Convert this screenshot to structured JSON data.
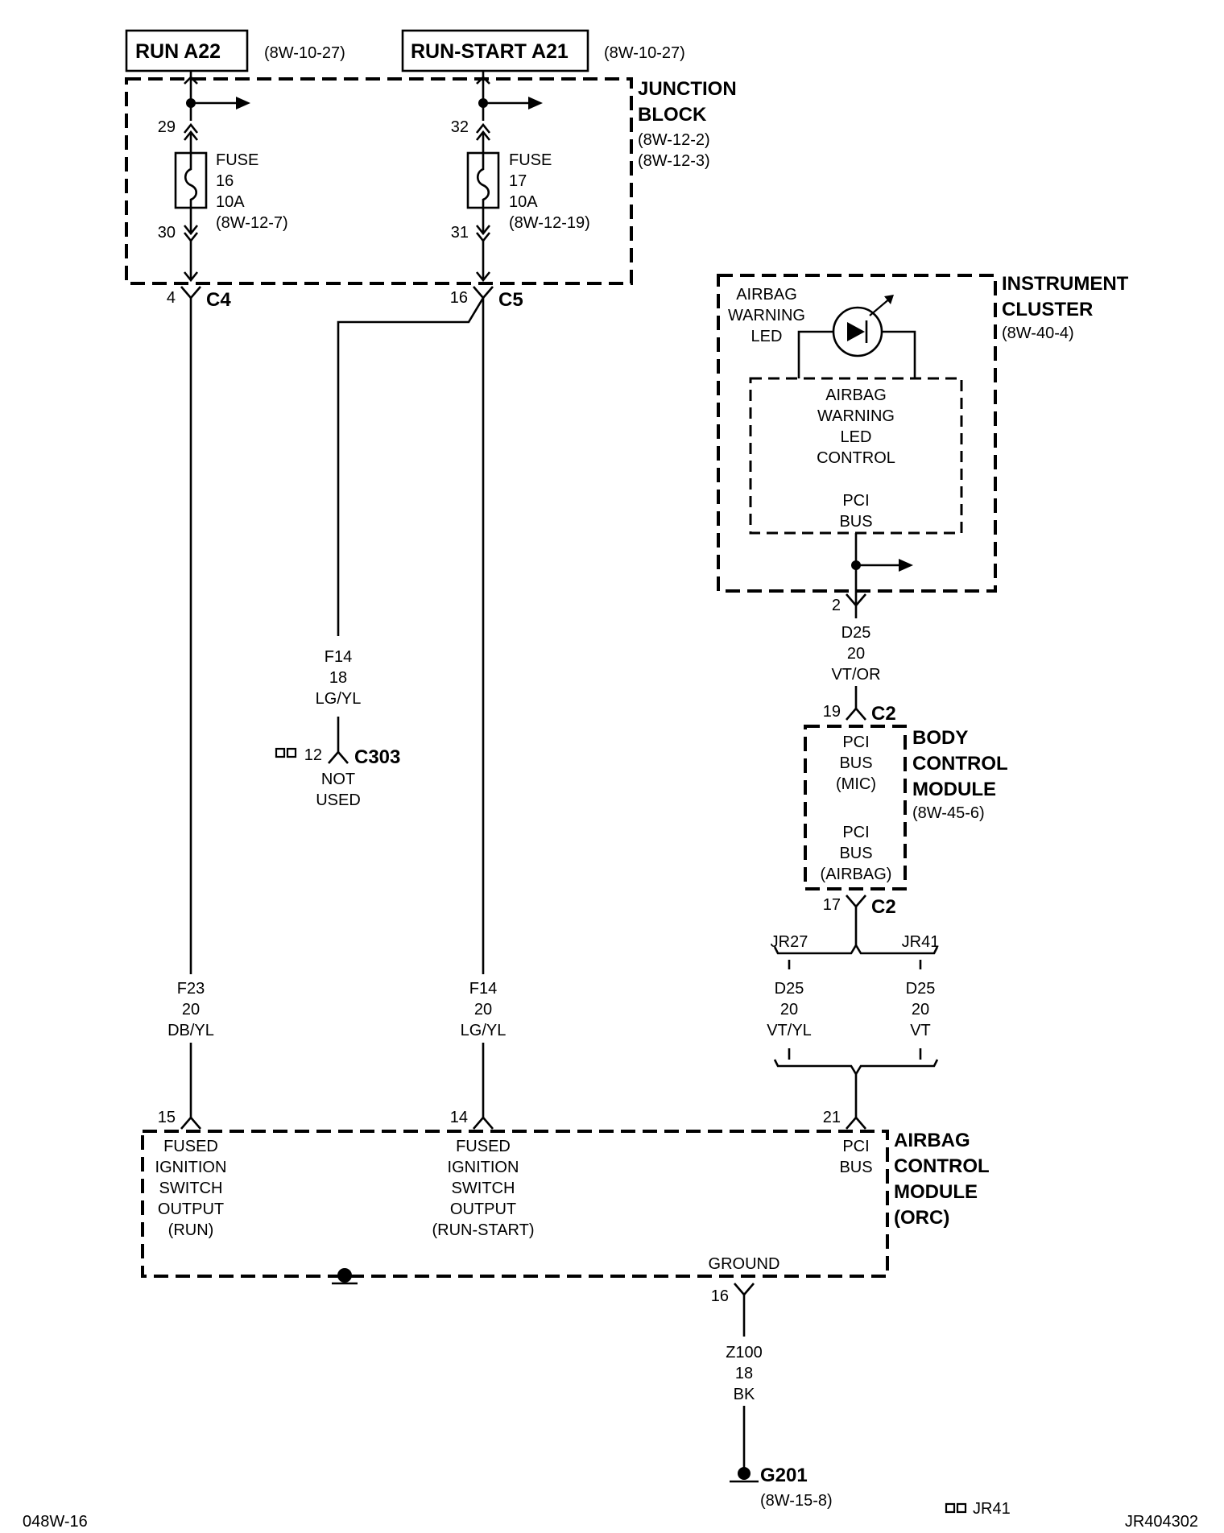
{
  "sources": {
    "run": {
      "label": "RUN A22",
      "ref": "(8W-10-27)"
    },
    "run_start": {
      "label": "RUN-START A21",
      "ref": "(8W-10-27)"
    }
  },
  "junction_block": {
    "name_1": "JUNCTION",
    "name_2": "BLOCK",
    "ref_1": "(8W-12-2)",
    "ref_2": "(8W-12-3)",
    "fuse16": {
      "pin_in": "29",
      "pin_out": "30",
      "l1": "FUSE",
      "l2": "16",
      "l3": "10A",
      "ref": "(8W-12-7)"
    },
    "fuse17": {
      "pin_in": "32",
      "pin_out": "31",
      "l1": "FUSE",
      "l2": "17",
      "l3": "10A",
      "ref": "(8W-12-19)"
    }
  },
  "connectors": {
    "c4": {
      "pin": "4",
      "name": "C4"
    },
    "c5": {
      "pin": "16",
      "name": "C5"
    },
    "c303": {
      "pin": "12",
      "name": "C303",
      "note_1": "NOT",
      "note_2": "USED"
    },
    "ic_pin": "2",
    "bcm_in": {
      "pin": "19",
      "name": "C2"
    },
    "bcm_out": {
      "pin": "17",
      "name": "C2"
    },
    "acm_run": "15",
    "acm_runstart": "14",
    "acm_pci": "21",
    "acm_ground": "16"
  },
  "wires": {
    "f14_upper": {
      "code": "F14",
      "gauge": "18",
      "color": "LG/YL"
    },
    "f23": {
      "code": "F23",
      "gauge": "20",
      "color": "DB/YL"
    },
    "f14_lower": {
      "code": "F14",
      "gauge": "20",
      "color": "LG/YL"
    },
    "d25_ic": {
      "code": "D25",
      "gauge": "20",
      "color": "VT/OR"
    },
    "d25_jr27": {
      "code": "D25",
      "gauge": "20",
      "color": "VT/YL"
    },
    "d25_jr41": {
      "code": "D25",
      "gauge": "20",
      "color": "VT"
    },
    "z100": {
      "code": "Z100",
      "gauge": "18",
      "color": "BK"
    }
  },
  "splice_labels": {
    "jr27": "JR27",
    "jr41": "JR41"
  },
  "instrument_cluster": {
    "name_1": "INSTRUMENT",
    "name_2": "CLUSTER",
    "ref": "(8W-40-4)",
    "led_1": "AIRBAG",
    "led_2": "WARNING",
    "led_3": "LED",
    "ctrl_1": "AIRBAG",
    "ctrl_2": "WARNING",
    "ctrl_3": "LED",
    "ctrl_4": "CONTROL",
    "pci_1": "PCI",
    "pci_2": "BUS"
  },
  "bcm": {
    "name_1": "BODY",
    "name_2": "CONTROL",
    "name_3": "MODULE",
    "ref": "(8W-45-6)",
    "mic_1": "PCI",
    "mic_2": "BUS",
    "mic_3": "(MIC)",
    "abg_1": "PCI",
    "abg_2": "BUS",
    "abg_3": "(AIRBAG)"
  },
  "acm": {
    "name_1": "AIRBAG",
    "name_2": "CONTROL",
    "name_3": "MODULE",
    "name_4": "(ORC)",
    "run": [
      "FUSED",
      "IGNITION",
      "SWITCH",
      "OUTPUT",
      "(RUN)"
    ],
    "runstart": [
      "FUSED",
      "IGNITION",
      "SWITCH",
      "OUTPUT",
      "(RUN-START)"
    ],
    "pci_1": "PCI",
    "pci_2": "BUS",
    "ground": "GROUND"
  },
  "ground": {
    "name": "G201",
    "ref": "(8W-15-8)"
  },
  "footer": {
    "left": "048W-16",
    "mid": "JR41",
    "right": "JR404302"
  }
}
